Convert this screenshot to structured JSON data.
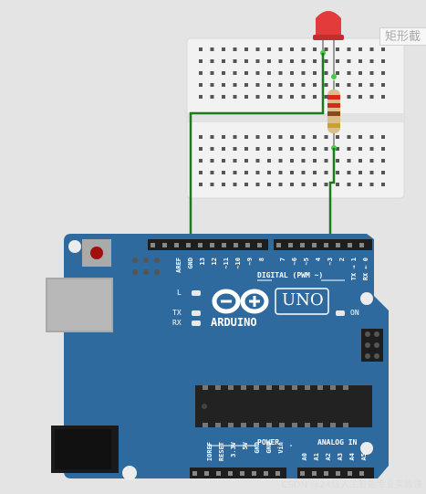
{
  "board": {
    "digital_label": "DIGITAL (PWM ~)",
    "brand": "ARDUINO",
    "model": "UNO",
    "on_label": "ON",
    "l_label": "L",
    "tx_label": "TX",
    "rx_label": "RX",
    "power_label": "POWER",
    "analog_label": "ANALOG IN",
    "top_pins": [
      "AREF",
      "GND",
      "13",
      "12",
      "~11",
      "~10",
      "~9",
      "8"
    ],
    "top_pins_right": [
      "7",
      "~6",
      "~5",
      "4",
      "~3",
      "2",
      "TX → 1",
      "RX ← 0"
    ],
    "power_pins": [
      "IOREF",
      "RESET",
      "3.3V",
      "5V",
      "GND",
      "GND",
      "Vin"
    ],
    "analog_pins": [
      "A0",
      "A1",
      "A2",
      "A3",
      "A4",
      "A5"
    ]
  },
  "tooltip": "矩形截",
  "watermark": "CSDN @24级人工智能专业实验课",
  "colors": {
    "board": "#2f6a9e",
    "wire": "#1c7a1c",
    "led": "#e33b3b",
    "breadboard": "#f2f2f2"
  }
}
